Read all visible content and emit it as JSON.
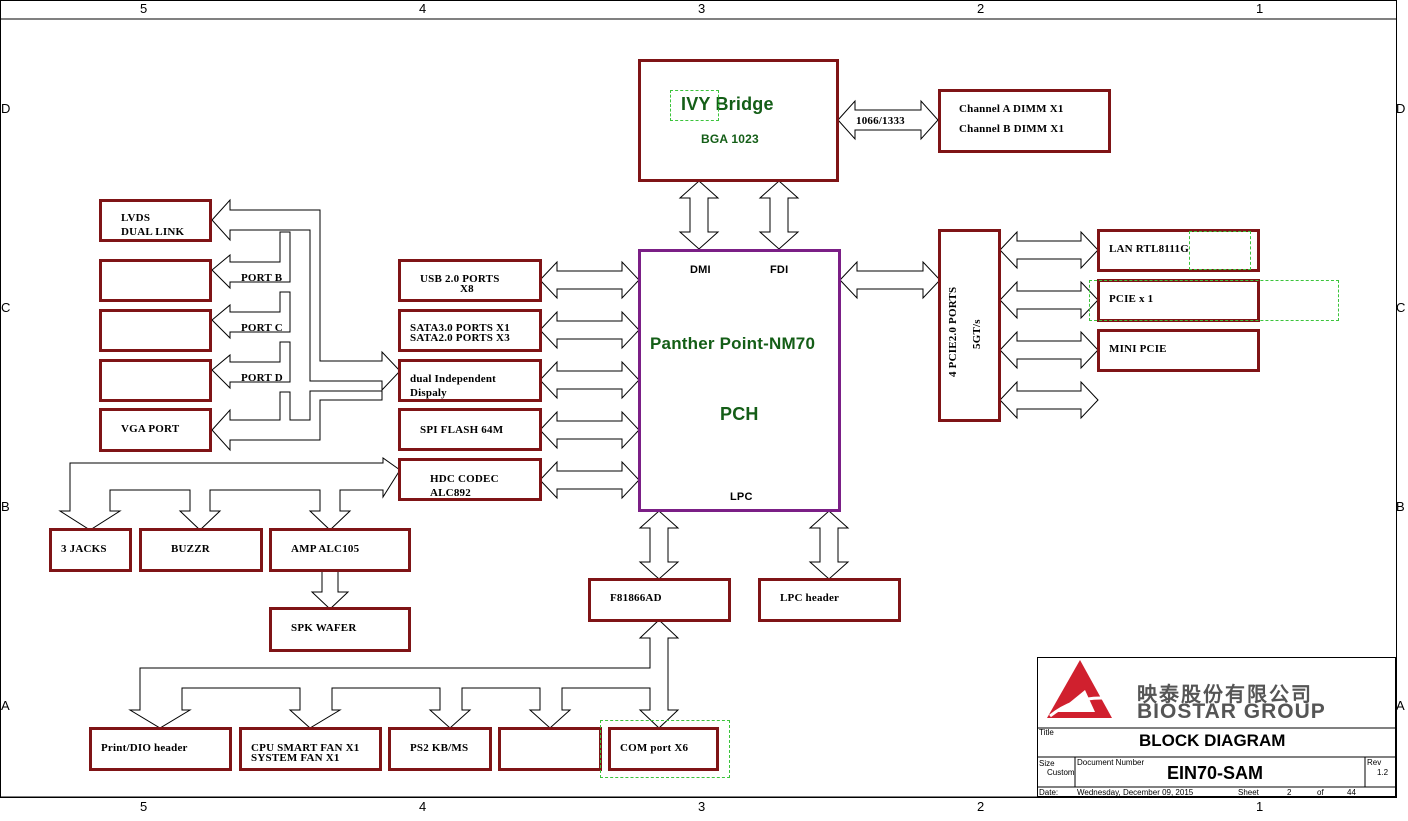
{
  "ruler": {
    "columns": [
      "5",
      "4",
      "3",
      "2",
      "1"
    ],
    "rows": [
      "D",
      "C",
      "B",
      "A"
    ]
  },
  "cpu": {
    "name": "IVY Bridge",
    "package": "BGA 1023"
  },
  "memory": {
    "speed": "1066/1333",
    "line1": "Channel A DIMM X1",
    "line2": "Channel B DIMM X1"
  },
  "pch": {
    "name": "Panther Point-NM70",
    "sub": "PCH",
    "dmi": "DMI",
    "fdi": "FDI",
    "lpc": "LPC"
  },
  "display": {
    "lvds_line1": "LVDS",
    "lvds_line2": "DUAL LINK",
    "port_b": "PORT B",
    "port_c": "PORT C",
    "port_d": "PORT D",
    "vga": "VGA PORT"
  },
  "pch_left": {
    "usb_line1": "USB 2.0 PORTS",
    "usb_line2": "X8",
    "sata_line1": "SATA3.0 PORTS X1",
    "sata_line2": "SATA2.0 PORTS X3",
    "dual_line1": "dual Independent",
    "dual_line2": "Dispaly",
    "spi": "SPI FLASH 64M",
    "hdc_line1": "HDC CODEC",
    "hdc_line2": "ALC892"
  },
  "audio": {
    "jacks": "3 JACKS",
    "buzzer": "BUZZR",
    "amp": "AMP ALC105",
    "speaker": "SPK WAFER"
  },
  "pcie": {
    "label_line1": "4 PCIE2.0 PORTS",
    "label_line2": "5GT/s",
    "lan": "LAN RTL8111G",
    "pcie_x1": "PCIE x 1",
    "mini_pcie": "MINI PCIE"
  },
  "lpc": {
    "superio": "F81866AD",
    "header": "LPC header"
  },
  "superio_devices": {
    "print": "Print/DIO header",
    "fan_line1": "CPU SMART FAN X1",
    "fan_line2": "SYSTEM FAN X1",
    "ps2": "PS2 KB/MS",
    "com": "COM port X6"
  },
  "title_block": {
    "logo_chinese": "映泰股份有限公司",
    "logo_english": "BIOSTAR GROUP",
    "title_caption": "Title",
    "title": "BLOCK DIAGRAM",
    "size_caption": "Size",
    "size_value": "Custom",
    "docnum_caption": "Document Number",
    "docnum": "EIN70-SAM",
    "rev_caption": "Rev",
    "rev": "1.2",
    "date_caption": "Date:",
    "date": "Wednesday, December 09, 2015",
    "sheet_caption": "Sheet",
    "sheet": "2",
    "of_caption": "of",
    "total": "44"
  },
  "colors": {
    "block_border": "#7f1416",
    "pch_border": "#7b1f86",
    "chip_text": "#145e17",
    "logo_red": "#d0202e"
  }
}
